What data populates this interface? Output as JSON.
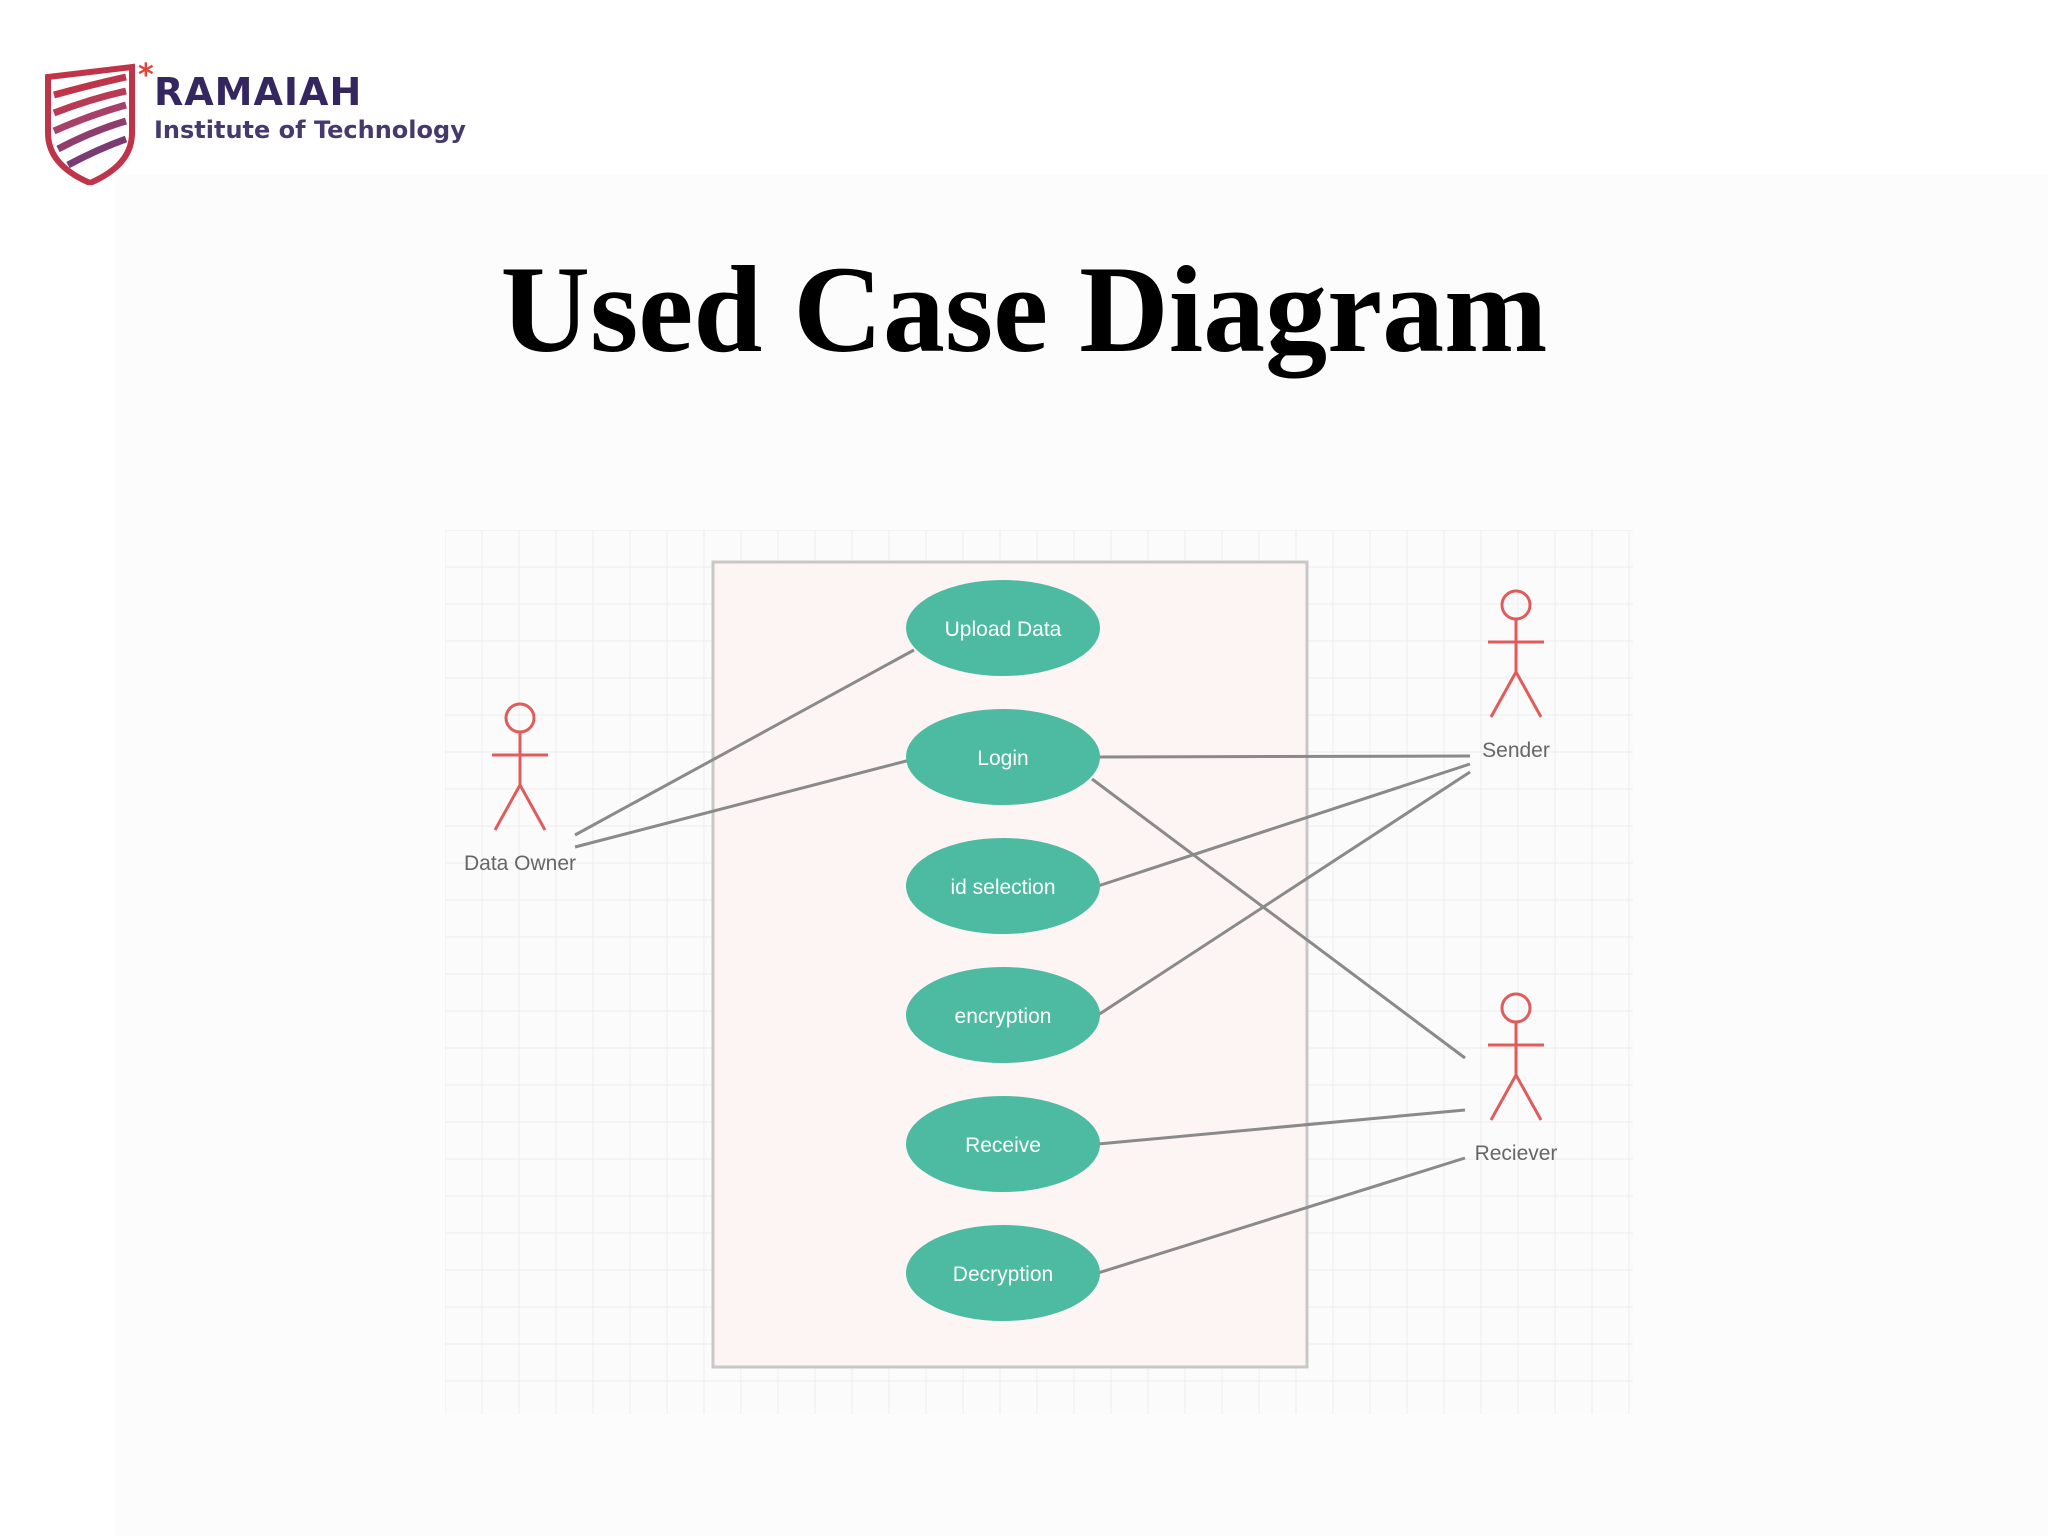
{
  "header": {
    "logo_name": "RAMAIAH",
    "logo_sub": "Institute of Technology",
    "logo_icon": "shield-stripes-logo",
    "brand_color": "#34275f",
    "logo_accent": "#c0344a"
  },
  "slide": {
    "title": "Used Case Diagram"
  },
  "diagram": {
    "colors": {
      "use_case_fill": "#4dbba1",
      "actor_stroke": "#e05c5c",
      "association_line": "#8a8a8a",
      "system_boundary": "#c8c8c8",
      "grid": "#ececec"
    },
    "actors": [
      {
        "id": "owner",
        "label": "Data Owner"
      },
      {
        "id": "sender",
        "label": "Sender"
      },
      {
        "id": "receiver",
        "label": "Reciever"
      }
    ],
    "use_cases": [
      {
        "id": "upload",
        "label": "Upload Data"
      },
      {
        "id": "login",
        "label": "Login"
      },
      {
        "id": "idsel",
        "label": "id selection"
      },
      {
        "id": "enc",
        "label": "encryption"
      },
      {
        "id": "recv",
        "label": "Receive"
      },
      {
        "id": "dec",
        "label": "Decryption"
      }
    ],
    "associations": [
      {
        "from": "owner",
        "to": "upload"
      },
      {
        "from": "owner",
        "to": "login"
      },
      {
        "from": "sender",
        "to": "login"
      },
      {
        "from": "sender",
        "to": "idsel"
      },
      {
        "from": "sender",
        "to": "enc"
      },
      {
        "from": "receiver",
        "to": "login"
      },
      {
        "from": "receiver",
        "to": "recv"
      },
      {
        "from": "receiver",
        "to": "dec"
      }
    ]
  }
}
